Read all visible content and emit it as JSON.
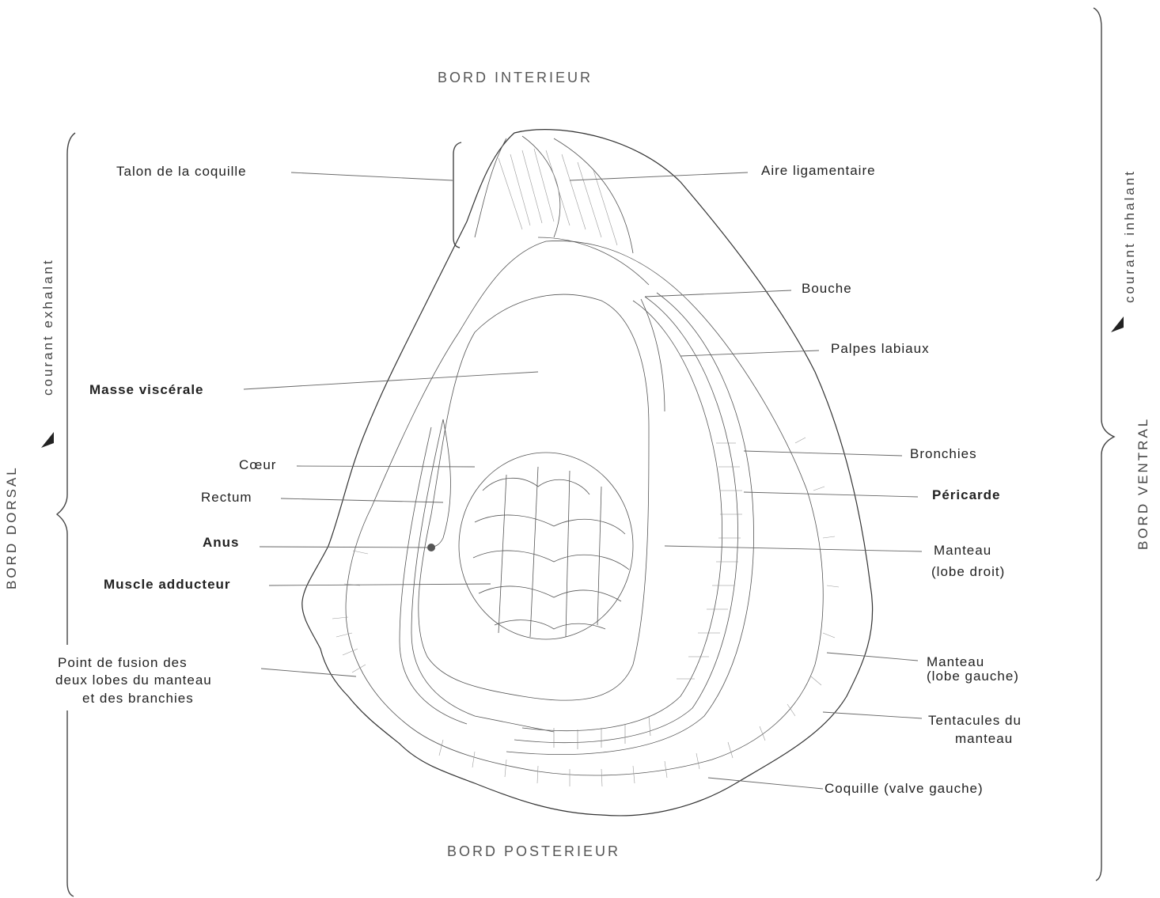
{
  "edges": {
    "top": "BORD INTERIEUR",
    "bottom": "BORD POSTERIEUR",
    "left": "BORD DORSAL",
    "right": "BORD VENTRAL"
  },
  "currents": {
    "left": "courant exhalant",
    "right": "courant inhalant"
  },
  "labels": {
    "talon": "Talon de la coquille",
    "aire": "Aire ligamentaire",
    "bouche": "Bouche",
    "palpes": "Palpes labiaux",
    "masse": "Masse viscérale",
    "bronchies": "Bronchies",
    "coeur": "Cœur",
    "pericarde": "Péricarde",
    "rectum": "Rectum",
    "anus": "Anus",
    "manteau_droit_1": "Manteau",
    "manteau_droit_2": "(lobe droit)",
    "muscle": "Muscle adducteur",
    "fusion_1": "Point de fusion des",
    "fusion_2": "deux lobes du manteau",
    "fusion_3": "et des branchies",
    "manteau_gauche_1": "Manteau",
    "manteau_gauche_2": "(lobe gauche)",
    "tentacules_1": "Tentacules du",
    "tentacules_2": "manteau",
    "coquille": "Coquille (valve gauche)"
  }
}
